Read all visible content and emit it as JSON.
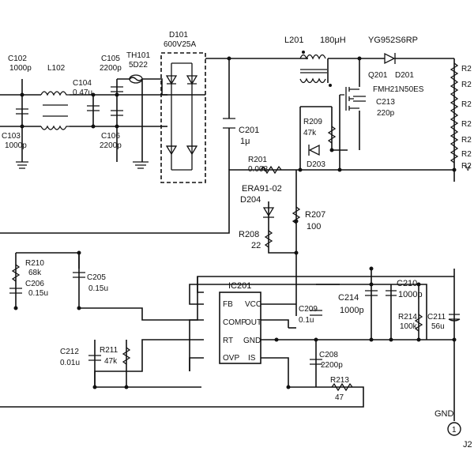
{
  "components": {
    "C102": {
      "ref": "C102",
      "value": "1000p"
    },
    "C103": {
      "ref": "C103",
      "value": "1000p"
    },
    "L102": {
      "ref": "L102"
    },
    "C104": {
      "ref": "C104",
      "value": "0.47u"
    },
    "C105": {
      "ref": "C105",
      "value": "2200p"
    },
    "C106": {
      "ref": "C106",
      "value": "2200p"
    },
    "TH101": {
      "ref": "TH101",
      "value": "5D22"
    },
    "D101": {
      "ref": "D101",
      "value": "600V25A"
    },
    "L201": {
      "ref": "L201",
      "value": "180μH"
    },
    "D201": {
      "ref": "D201",
      "part": "YG952S6RP"
    },
    "Q201": {
      "ref": "Q201",
      "part": "FMH21N50ES"
    },
    "C213": {
      "ref": "C213",
      "value": "220p"
    },
    "R209": {
      "ref": "R209",
      "value": "47k"
    },
    "D203": {
      "ref": "D203"
    },
    "C201": {
      "ref": "C201",
      "value": "1μ"
    },
    "R201": {
      "ref": "R201",
      "value": "0.008"
    },
    "D204": {
      "ref": "D204",
      "part": "ERA91-02"
    },
    "R207": {
      "ref": "R207",
      "value": "100"
    },
    "R208": {
      "ref": "R208",
      "value": "22"
    },
    "R210": {
      "ref": "R210",
      "value": "68k"
    },
    "C206": {
      "ref": "C206",
      "value": "0.15u"
    },
    "C205": {
      "ref": "C205",
      "value": "0.15u"
    },
    "C209": {
      "ref": "C209",
      "value": "0.1u"
    },
    "C214": {
      "ref": "C214",
      "value": "1000p"
    },
    "C210": {
      "ref": "C210",
      "value": "1000p"
    },
    "R214": {
      "ref": "R214",
      "value": "100k"
    },
    "C211": {
      "ref": "C211",
      "value": "56u"
    },
    "C212": {
      "ref": "C212",
      "value": "0.01u"
    },
    "R211": {
      "ref": "R211",
      "value": "47k"
    },
    "C208": {
      "ref": "C208",
      "value": "2200p"
    },
    "R213": {
      "ref": "R213",
      "value": "47"
    }
  },
  "ic": {
    "ref": "IC201",
    "pins": {
      "fb": "FB",
      "vcc": "VCC",
      "comp": "COMP",
      "out": "OUT",
      "rt": "RT",
      "gnd": "GND",
      "ovp": "OVP",
      "is": "IS"
    }
  },
  "right_labels": [
    "R2",
    "R2",
    "R2",
    "R2",
    "R2",
    "R2",
    "R2",
    "V"
  ],
  "gnd_label": "GND",
  "connector": {
    "pin": "1",
    "ref": "J2"
  }
}
